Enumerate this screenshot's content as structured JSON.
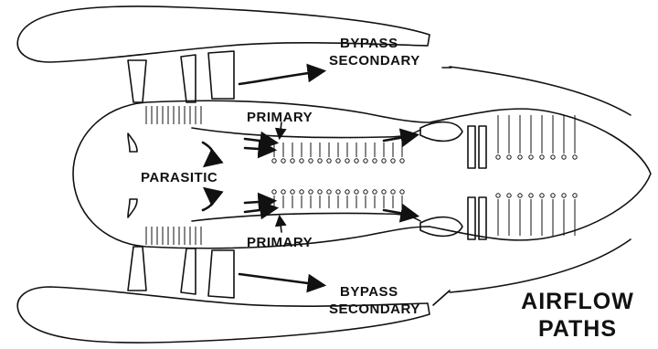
{
  "diagram": {
    "labels": {
      "bypass_top_line1": "BYPASS",
      "bypass_top_line2": "SECONDARY",
      "primary_top": "PRIMARY",
      "parasitic": "PARASITIC",
      "primary_bottom": "PRIMARY",
      "bypass_bottom_line1": "BYPASS",
      "bypass_bottom_line2": "SECONDARY",
      "title_line1": "AIRFLOW",
      "title_line2": "PATHS"
    },
    "colors": {
      "ink": "#111111",
      "background": "#ffffff"
    }
  }
}
